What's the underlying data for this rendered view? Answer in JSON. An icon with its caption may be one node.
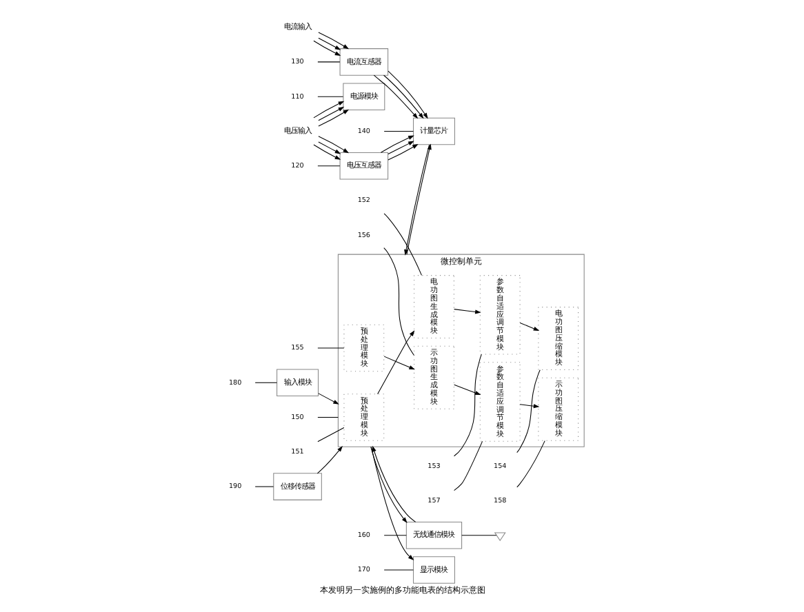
{
  "diagram": {
    "caption": "本发明另一实施例的多功能电表的结构示意图",
    "nodes": [
      {
        "text": [
          "电压输入"
        ]
      },
      {
        "text": [
          "电流输入"
        ]
      },
      {
        "text": [
          "电源模块"
        ]
      },
      {
        "text": [
          "电压互感器"
        ]
      },
      {
        "text": [
          "电流互感器"
        ]
      },
      {
        "text": [
          "计量芯片"
        ]
      },
      {
        "text": [
          "微控制单元"
        ]
      },
      {
        "text": [
          "预处理模块"
        ],
        "in": 6
      },
      {
        "text": [
          "电功图生成模块"
        ],
        "in": 6
      },
      {
        "text": [
          "参数自适应调节模块"
        ],
        "in": 6
      },
      {
        "text": [
          "电功图压缩模块"
        ],
        "in": 6
      },
      {
        "text": [
          "预处理模块"
        ],
        "in": 6
      },
      {
        "text": [
          "示功图生成模块"
        ],
        "in": 6
      },
      {
        "text": [
          "参数自适应调节模块"
        ],
        "in": 6
      },
      {
        "text": [
          "示功图压缩模块"
        ],
        "in": 6
      },
      {
        "text": [
          "无线通信模块"
        ]
      },
      {
        "text": [],
        "shape": "antenna"
      },
      {
        "text": [
          "位移传感器"
        ]
      },
      {
        "text": [
          "显示模块"
        ]
      },
      {
        "text": [
          "输入模块"
        ]
      },
      {
        "text": [
          "110"
        ]
      },
      {
        "text": [
          "120"
        ]
      },
      {
        "text": [
          "130"
        ]
      },
      {
        "text": [
          "140"
        ]
      },
      {
        "text": [
          "150"
        ]
      },
      {
        "text": [
          "151"
        ]
      },
      {
        "text": [
          "152"
        ]
      },
      {
        "text": [
          "153"
        ]
      },
      {
        "text": [
          "154"
        ]
      },
      {
        "text": [
          "155"
        ]
      },
      {
        "text": [
          "156"
        ]
      },
      {
        "text": [
          "157"
        ]
      },
      {
        "text": [
          "158"
        ]
      },
      {
        "text": [
          "160"
        ]
      },
      {
        "text": [
          "170"
        ]
      },
      {
        "text": [
          "180"
        ]
      },
      {
        "text": [
          "190"
        ]
      }
    ],
    "edges": [
      {
        "from": 0,
        "to": 2,
        "arrow": "to"
      },
      {
        "from": 0,
        "to": 2,
        "arrow": "to"
      },
      {
        "from": 0,
        "to": 2,
        "arrow": "to"
      },
      {
        "from": 0,
        "to": 3,
        "arrow": "to"
      },
      {
        "from": 0,
        "to": 3,
        "arrow": "to"
      },
      {
        "from": 0,
        "to": 3,
        "arrow": "to"
      },
      {
        "from": 1,
        "to": 4,
        "arrow": "to"
      },
      {
        "from": 1,
        "to": 4,
        "arrow": "to"
      },
      {
        "from": 1,
        "to": 4,
        "arrow": "to"
      },
      {
        "from": 3,
        "to": 5,
        "arrow": "to"
      },
      {
        "from": 3,
        "to": 5,
        "arrow": "to"
      },
      {
        "from": 3,
        "to": 5,
        "arrow": "to"
      },
      {
        "from": 4,
        "to": 5,
        "arrow": "to"
      },
      {
        "from": 4,
        "to": 5,
        "arrow": "to"
      },
      {
        "from": 4,
        "to": 5,
        "arrow": "to"
      },
      {
        "from": 5,
        "to": 6,
        "arrow": "to"
      },
      {
        "from": 6,
        "to": 5,
        "arrow": "to"
      },
      {
        "from": 7,
        "to": 8,
        "arrow": "to"
      },
      {
        "from": 8,
        "to": 9,
        "arrow": "to"
      },
      {
        "from": 9,
        "to": 10,
        "arrow": "to"
      },
      {
        "from": 11,
        "to": 12,
        "arrow": "to"
      },
      {
        "from": 12,
        "to": 13,
        "arrow": "to"
      },
      {
        "from": 13,
        "to": 14,
        "arrow": "to"
      },
      {
        "from": 6,
        "to": 15,
        "arrow": "to"
      },
      {
        "from": 15,
        "to": 6,
        "arrow": "to"
      },
      {
        "from": 15,
        "to": 16,
        "arrow": "none"
      },
      {
        "from": 17,
        "to": 6,
        "arrow": "to"
      },
      {
        "from": 6,
        "to": 18,
        "arrow": "to"
      },
      {
        "from": 19,
        "to": 6,
        "arrow": "to"
      },
      {
        "from": 20,
        "to": 2,
        "arrow": "none"
      },
      {
        "from": 21,
        "to": 3,
        "arrow": "none"
      },
      {
        "from": 22,
        "to": 4,
        "arrow": "none"
      },
      {
        "from": 23,
        "to": 5,
        "arrow": "none"
      },
      {
        "from": 24,
        "to": 6,
        "arrow": "none"
      },
      {
        "from": 25,
        "to": 7,
        "arrow": "none"
      },
      {
        "from": 26,
        "to": 8,
        "arrow": "none"
      },
      {
        "from": 27,
        "to": 9,
        "arrow": "none"
      },
      {
        "from": 28,
        "to": 10,
        "arrow": "none"
      },
      {
        "from": 29,
        "to": 11,
        "arrow": "none"
      },
      {
        "from": 30,
        "to": 12,
        "arrow": "none"
      },
      {
        "from": 31,
        "to": 13,
        "arrow": "none"
      },
      {
        "from": 32,
        "to": 14,
        "arrow": "none"
      },
      {
        "from": 33,
        "to": 15,
        "arrow": "none"
      },
      {
        "from": 34,
        "to": 18,
        "arrow": "none"
      },
      {
        "from": 35,
        "to": 19,
        "arrow": "none"
      },
      {
        "from": 36,
        "to": 17,
        "arrow": "none"
      }
    ]
  }
}
